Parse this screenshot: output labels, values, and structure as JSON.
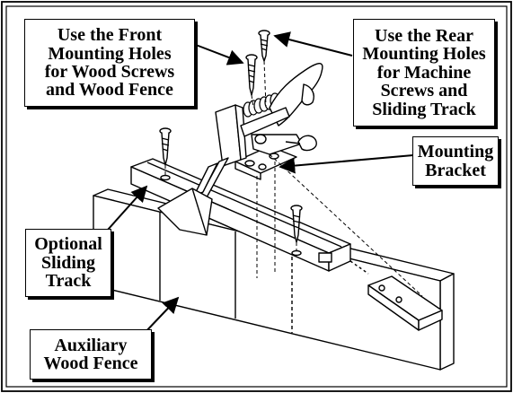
{
  "callouts": {
    "front_holes": "Use the Front\nMounting Holes\nfor Wood Screws\nand Wood Fence",
    "rear_holes": "Use the Rear\nMounting Holes\nfor Machine\nScrews and\nSliding Track",
    "bracket": "Mounting\nBracket",
    "sliding_track": "Optional\nSliding\nTrack",
    "wood_fence": "Auxiliary\nWood Fence"
  },
  "colors": {
    "line": "#000000",
    "background": "#ffffff"
  }
}
